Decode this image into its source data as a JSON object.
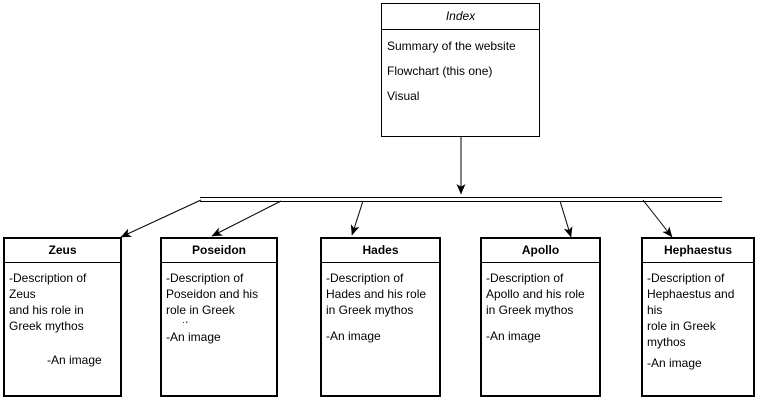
{
  "diagram": {
    "index_box": {
      "title": "Index",
      "items": [
        "Summary of the website",
        "Flowchart (this one)",
        "Visual"
      ]
    },
    "cards": [
      {
        "title": "Zeus",
        "desc_lines": [
          "-Description of Zeus",
          "and his role in",
          "Greek mythos"
        ],
        "image_label": "-An image"
      },
      {
        "title": "Poseidon",
        "desc_lines": [
          "-Description of",
          "Poseidon and his",
          "role in Greek",
          "mythos"
        ],
        "image_label": "-An image"
      },
      {
        "title": "Hades",
        "desc_lines": [
          "-Description of",
          "Hades and his role",
          "in Greek mythos"
        ],
        "image_label": "-An image"
      },
      {
        "title": "Apollo",
        "desc_lines": [
          "-Description of",
          "Apollo and his role",
          "in Greek mythos"
        ],
        "image_label": "-An image"
      },
      {
        "title": "Hephaestus",
        "desc_lines": [
          "-Description of",
          "Hephaestus and his",
          "role in Greek",
          "mythos"
        ],
        "image_label": "-An image"
      }
    ],
    "colors": {
      "stroke": "#000000",
      "background": "#ffffff",
      "text": "#000000"
    }
  }
}
